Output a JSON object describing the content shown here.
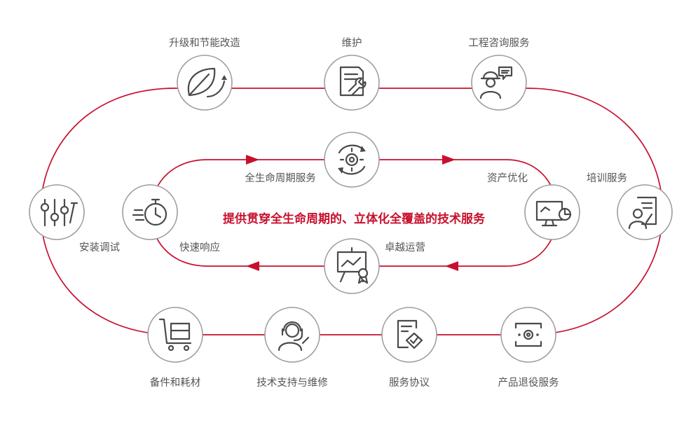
{
  "center_title": "提供贯穿全生命周期的、立体化全覆盖的技术服务",
  "colors": {
    "accent": "#c8102e",
    "icon": "#4a4a4a",
    "label": "#555555",
    "circle": "#9c9c9c"
  },
  "outer_nodes": [
    {
      "label": "升级和节能改造",
      "icon": "leaf-upgrade-icon"
    },
    {
      "label": "维护",
      "icon": "document-wrench-icon"
    },
    {
      "label": "工程咨询服务",
      "icon": "engineer-chat-icon"
    },
    {
      "label": "培训服务",
      "icon": "trainer-board-icon"
    },
    {
      "label": "产品退役服务",
      "icon": "retire-gear-icon"
    },
    {
      "label": "服务协议",
      "icon": "agreement-icon"
    },
    {
      "label": "技术支持与维修",
      "icon": "headset-support-icon"
    },
    {
      "label": "备件和耗材",
      "icon": "cart-box-icon"
    },
    {
      "label": "安装调试",
      "icon": "sliders-icon"
    }
  ],
  "inner_nodes": [
    {
      "label": "全生命周期服务",
      "icon": "gear-cycle-icon"
    },
    {
      "label": "资产优化",
      "icon": "monitor-chart-icon"
    },
    {
      "label": "卓越运营",
      "icon": "presentation-award-icon"
    },
    {
      "label": "快速响应",
      "icon": "stopwatch-icon"
    }
  ]
}
